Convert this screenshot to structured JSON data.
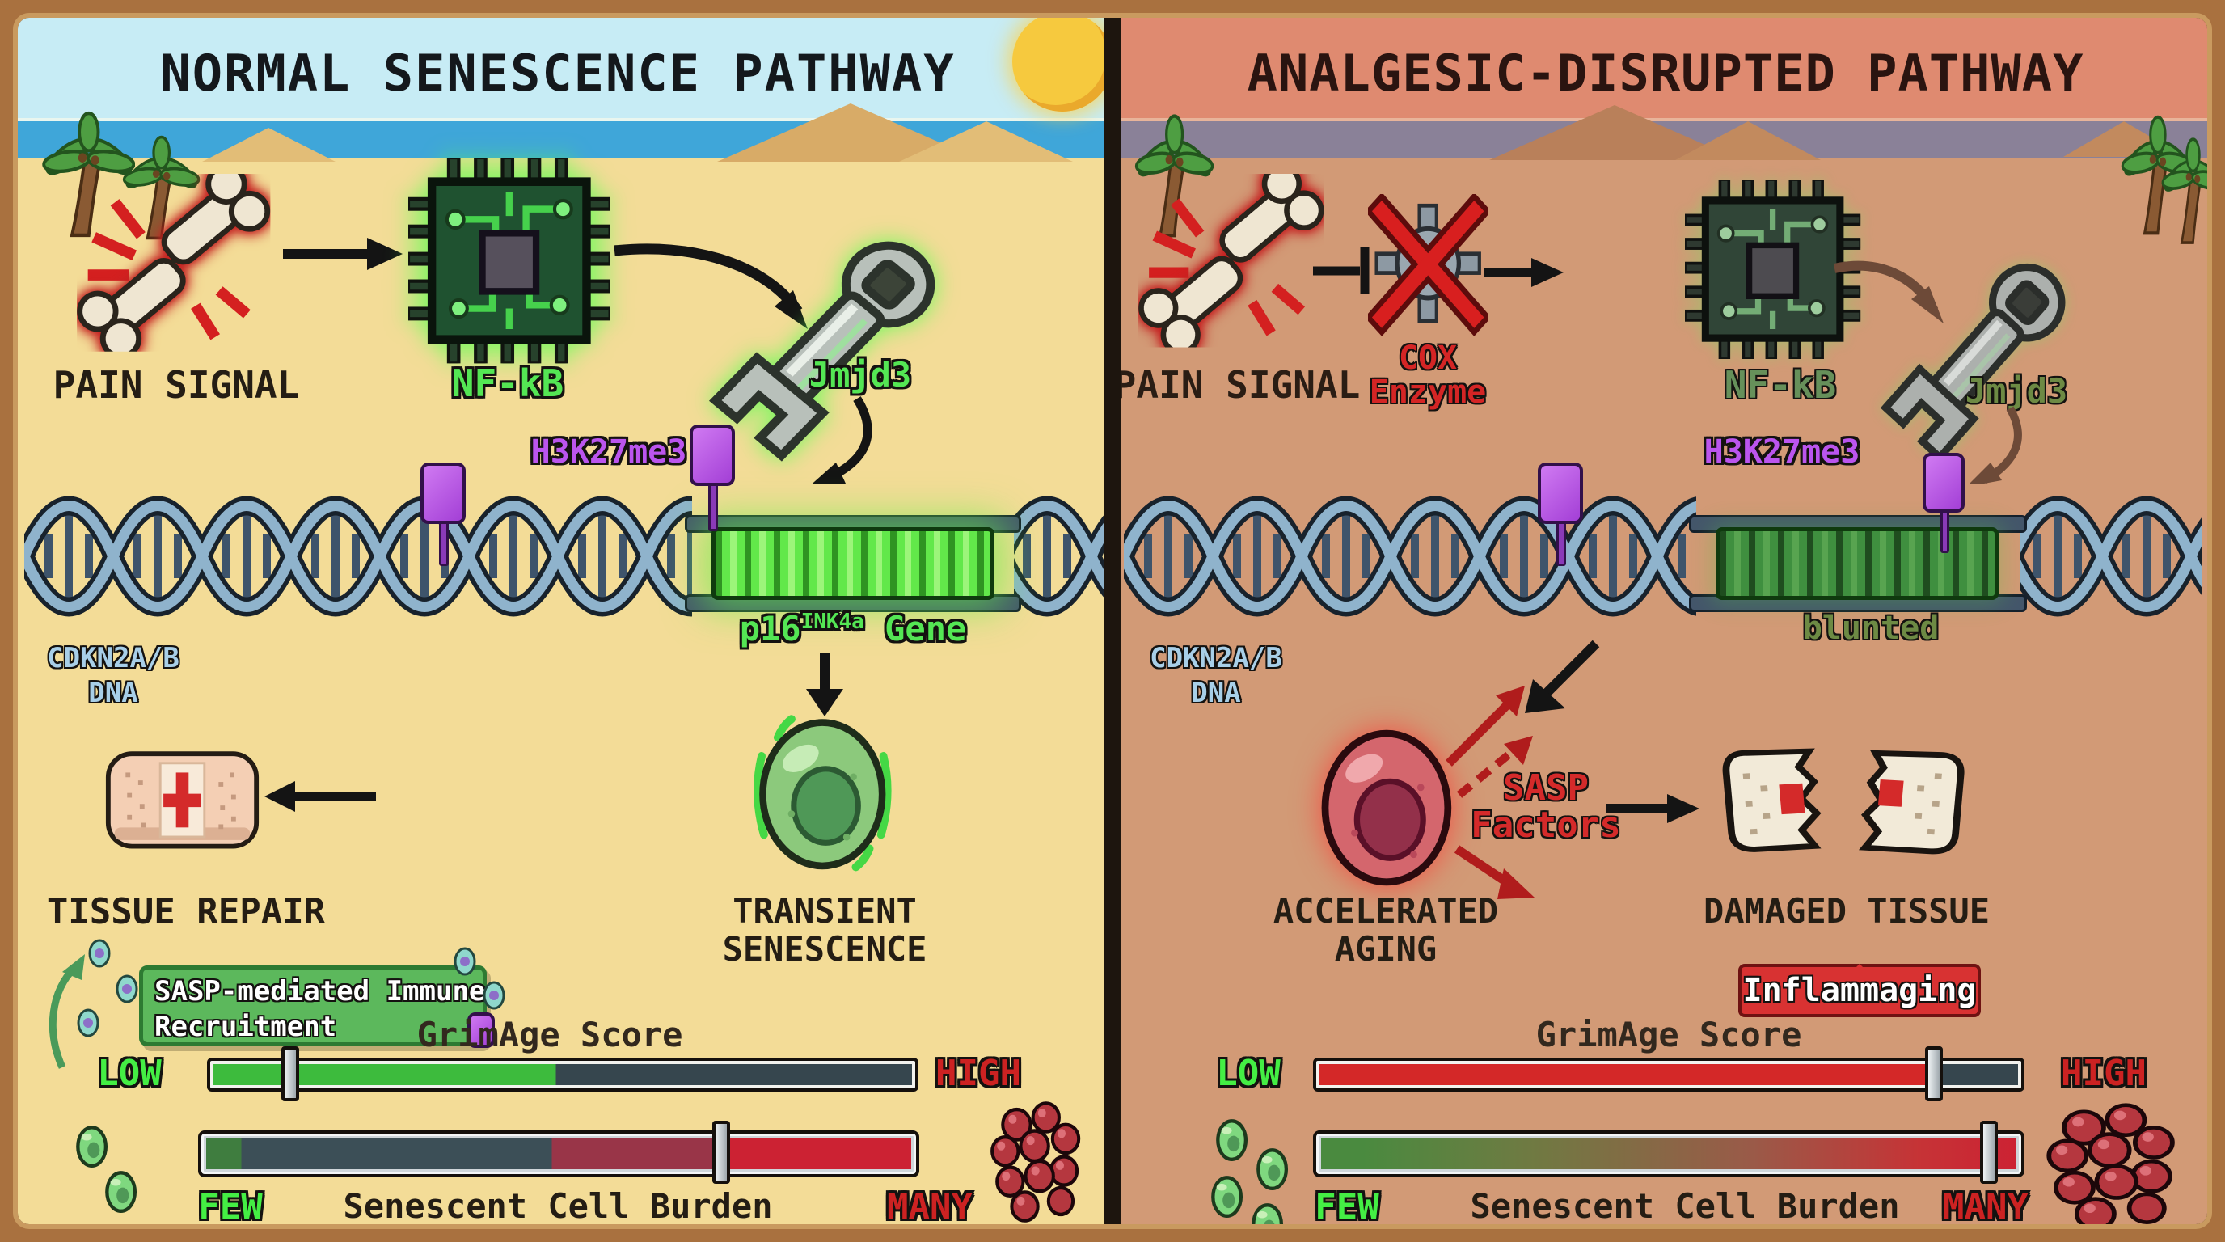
{
  "colors": {
    "frame_brown": "#a9713f",
    "left_sand": "#f3dc97",
    "left_header": "#c7ecf5",
    "left_ocean": "#3fa6d9",
    "right_sand": "#d29a76",
    "right_header": "#df8a70",
    "right_sky": "#8a8198",
    "dna_strand": "#8fb3cc",
    "gene_green": "#62e84a",
    "gene_blunted": "#3f8f3f",
    "purple_mark": "#b050e0",
    "label_green": "#54e654",
    "label_purple": "#bb55ee",
    "label_blue": "#a8cfe8",
    "banner_green": "#5cb85c",
    "slider_green": "#3dbb3d",
    "slider_red": "#d42828",
    "slider_track": "#36464e",
    "low_few_green": "#44ee44",
    "high_many_red": "#cc2222"
  },
  "left": {
    "title": "NORMAL SENESCENCE PATHWAY",
    "pain_signal": "PAIN SIGNAL",
    "nfkb": "NF-kB",
    "jmjd3": "Jmjd3",
    "h3k27me3": "H3K27me3",
    "gene_p16": "p16",
    "gene_sup": "INK4a",
    "gene_word": " Gene",
    "dna_line1": "CDKN2A/B",
    "dna_line2": "DNA",
    "tissue_repair": "TISSUE REPAIR",
    "transient1": "TRANSIENT",
    "transient2": "SENESCENCE",
    "banner1": "SASP-mediated Immune",
    "banner2": "Recruitment",
    "grimage": {
      "title": "GrimAge Score",
      "low": "LOW",
      "high": "HIGH",
      "handle_pct": 11,
      "fill_pct": 49
    },
    "burden": {
      "title": "Senescent Cell Burden",
      "few": "FEW",
      "many": "MANY",
      "handle_pct": 73
    }
  },
  "right": {
    "title": "ANALGESIC-DISRUPTED PATHWAY",
    "pain_signal": "PAIN SIGNAL",
    "cox1": "COX",
    "cox2": "Enzyme",
    "nfkb": "NF-kB",
    "jmjd3": "Jmjd3",
    "h3k27me3": "H3K27me3",
    "blunted": "blunted",
    "dna_line1": "CDKN2A/B",
    "dna_line2": "DNA",
    "accel1": "ACCELERATED",
    "accel2": "AGING",
    "sasp1": "SASP",
    "sasp2": "Factors",
    "damaged": "DAMAGED TISSUE",
    "inflammaging": "Inflammaging",
    "grimage": {
      "title": "GrimAge Score",
      "low": "LOW",
      "high": "HIGH",
      "handle_pct": 88,
      "fill_pct": 88
    },
    "burden": {
      "title": "Senescent Cell Burden",
      "few": "FEW",
      "many": "MANY",
      "handle_pct": 96
    }
  }
}
